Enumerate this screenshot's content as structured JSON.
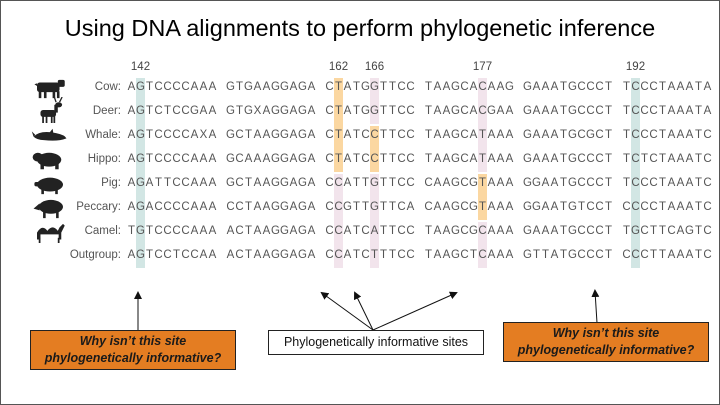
{
  "title": "Using DNA alignments to perform phylogenetic inference",
  "positions": [
    {
      "text": "142",
      "col": 1
    },
    {
      "text": "162",
      "col": 21
    },
    {
      "text": "166",
      "col": 25
    },
    {
      "text": "177",
      "col": 36
    },
    {
      "text": "192",
      "col": 51
    }
  ],
  "highlight_columns": [
    {
      "col": 1,
      "color": "teal",
      "from_row": 0,
      "to_row": 7
    },
    {
      "col": 21,
      "color": "orange",
      "from_row": 0,
      "to_row": 3
    },
    {
      "col": 21,
      "color": "pink",
      "from_row": 4,
      "to_row": 7
    },
    {
      "col": 25,
      "color": "orange",
      "from_row": 2,
      "to_row": 3
    },
    {
      "col": 25,
      "color": "pink",
      "from_row": 0,
      "to_row": 1
    },
    {
      "col": 25,
      "color": "pink",
      "from_row": 4,
      "to_row": 7
    },
    {
      "col": 36,
      "color": "orange",
      "from_row": 4,
      "to_row": 5
    },
    {
      "col": 36,
      "color": "pink",
      "from_row": 0,
      "to_row": 3
    },
    {
      "col": 36,
      "color": "pink",
      "from_row": 6,
      "to_row": 7
    },
    {
      "col": 51,
      "color": "teal",
      "from_row": 0,
      "to_row": 7
    }
  ],
  "rows": [
    {
      "label": "Cow:",
      "animal": "cow-icon",
      "sequence": "AGTCCCCAAA GTGAAGGAGA CTATGGTTCC TAAGCACAAG GAAATGCCCT TCCCTAAATA"
    },
    {
      "label": "Deer:",
      "animal": "deer-icon",
      "sequence": "AGTCTCCGAA GTGXAGGAGA CTATGGTTCC TAAGCACGAA GAAATGCCCT TCCCTAAATA"
    },
    {
      "label": "Whale:",
      "animal": "whale-icon",
      "sequence": "AGTCCCCAXA GCTAAGGAGA CTATCCTTCC TAAGCATAAA GAAATGCGCT TCCCTAAATC"
    },
    {
      "label": "Hippo:",
      "animal": "hippo-icon",
      "sequence": "AGTCCCCAAA GCAAAGGAGA CTATCCTTCC TAAGCATAAA GAAATGCCCT TCTCTAAATC"
    },
    {
      "label": "Pig:",
      "animal": "pig-icon",
      "sequence": "AGATTCCAAA GCTAAGGAGA CCATTGTTCC CAAGCGTAAA GGAATGCCCT TCCCTAAATC"
    },
    {
      "label": "Peccary:",
      "animal": "peccary-icon",
      "sequence": "AGACCCCAAA CCTAAGGAGA CCGTTGTTCA CAAGCGTAAA GGAATGTCCT CCCCTAAATC"
    },
    {
      "label": "Camel:",
      "animal": "camel-icon",
      "sequence": "TGTCCCCAAA ACTAAGGAGA CCATCATTCC TAAGCGCAAA GAAATGCCCT TGCTTCAGTC"
    },
    {
      "label": "Outgroup:",
      "animal": "",
      "sequence": "AGTCCTCCAA ACTAAGGAGA CCATCTTTCC TAAGCTCAAA GTTATGCCCT CCCTTAAATC"
    }
  ],
  "callout_left": "Why isn’t this site phylogenetically informative?",
  "callout_right": "Why isn’t this site phylogenetically informative?",
  "informative_label": "Phylogenetically informative sites",
  "colors": {
    "teal": "#d2e6e4",
    "orange": "#fbd7a1",
    "pink": "#f2e4ec",
    "callout": "#e47d22"
  }
}
